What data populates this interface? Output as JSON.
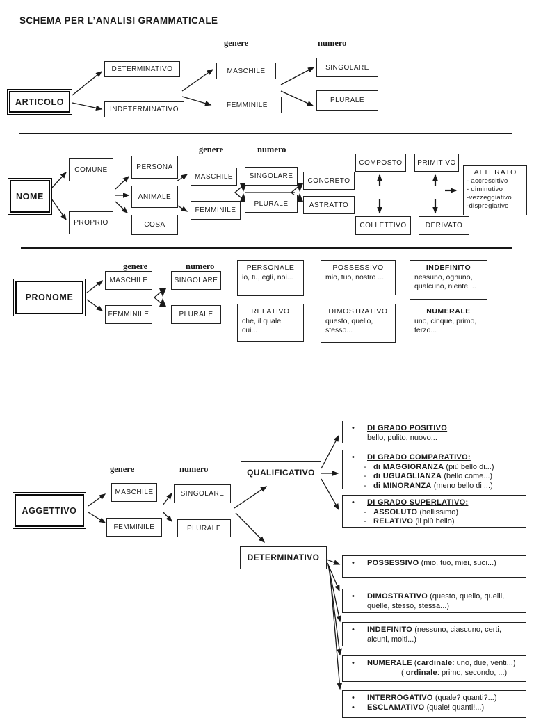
{
  "page_title": "SCHEMA PER L’ANALISI GRAMMATICALE",
  "articolo": {
    "root": "ARTICOLO",
    "genere_label": "genere",
    "numero_label": "numero",
    "determinativo": "DETERMINATIVO",
    "indeterminativo": "INDETERMINATIVO",
    "maschile": "MASCHILE",
    "femminile": "FEMMINILE",
    "singolare": "SINGOLARE",
    "plurale": "PLURALE"
  },
  "nome": {
    "root": "NOME",
    "genere_label": "genere",
    "numero_label": "numero",
    "comune": "COMUNE",
    "proprio": "PROPRIO",
    "persona": "PERSONA",
    "animale": "ANIMALE",
    "cosa": "COSA",
    "maschile": "MASCHILE",
    "femminile": "FEMMINILE",
    "singolare": "SINGOLARE",
    "plurale": "PLURALE",
    "concreto": "CONCRETO",
    "astratto": "ASTRATTO",
    "composto": "COMPOSTO",
    "collettivo": "COLLETTIVO",
    "primitivo": "PRIMITIVO",
    "derivato": "DERIVATO",
    "alterato_title": "ALTERATO",
    "alterato_items": [
      "- accrescitivo",
      "- diminutivo",
      "-vezzeggiativo",
      "-dispregiativo"
    ]
  },
  "pronome": {
    "root": "PRONOME",
    "genere_label": "genere",
    "numero_label": "numero",
    "maschile": "MASCHILE",
    "femminile": "FEMMINILE",
    "singolare": "SINGOLARE",
    "plurale": "PLURALE",
    "tipi": [
      {
        "title": "PERSONALE",
        "examples": "io, tu, egli, noi..."
      },
      {
        "title": "POSSESSIVO",
        "examples": "mio, tuo, nostro ..."
      },
      {
        "title": "INDEFINITO",
        "examples": "nessuno, ognuno, qualcuno, niente ..."
      },
      {
        "title": "RELATIVO",
        "examples": "che, il quale, cui..."
      },
      {
        "title": "DIMOSTRATIVO",
        "examples": "questo, quello, stesso..."
      },
      {
        "title": "NUMERALE",
        "examples": "uno, cinque, primo, terzo..."
      }
    ]
  },
  "aggettivo": {
    "root": "AGGETTIVO",
    "genere_label": "genere",
    "numero_label": "numero",
    "maschile": "MASCHILE",
    "femminile": "FEMMINILE",
    "singolare": "SINGOLARE",
    "plurale": "PLURALE",
    "qualificativo": "QUALIFICATIVO",
    "determinativo": "DETERMINATIVO",
    "positivo": {
      "title": "DI GRADO POSITIVO",
      "example": "bello, pulito, nuovo..."
    },
    "comparativo": {
      "title": "DI GRADO COMPARATIVO:",
      "items": [
        {
          "name": "di MAGGIORANZA",
          "example": " (più bello di...)"
        },
        {
          "name": "di UGUAGLIANZA",
          "example": " (bello come...)"
        },
        {
          "name": "di MINORANZA",
          "example": " (meno bello di ...)"
        }
      ]
    },
    "superlativo": {
      "title": "DI GRADO SUPERLATIVO:",
      "items": [
        {
          "name": "ASSOLUTO",
          "example": "  (bellissimo)"
        },
        {
          "name": "RELATIVO",
          "example": "   (il più bello)"
        }
      ]
    },
    "det_items": [
      {
        "name": "POSSESSIVO",
        "example": " (mio, tuo, miei, suoi...)"
      },
      {
        "name": "DIMOSTRATIVO",
        "example": " (questo, quello, quelli, quelle, stesso, stessa...)"
      },
      {
        "name": "INDEFINITO",
        "example": " (nessuno, ciascuno, certi, alcuni, molti...)"
      },
      {
        "name": "NUMERALE",
        "pre": " (",
        "bold2": "cardinale",
        "post": ": uno, due, venti...)",
        "line2_pre": "( ",
        "line2_bold": "ordinale",
        "line2_post": ": primo, secondo, ...)"
      },
      {
        "name": "INTERROGATIVO",
        "example": " (quale? quanti?...)"
      },
      {
        "name": "ESCLAMATIVO",
        "example": " (quale! quanti!...)"
      }
    ]
  }
}
